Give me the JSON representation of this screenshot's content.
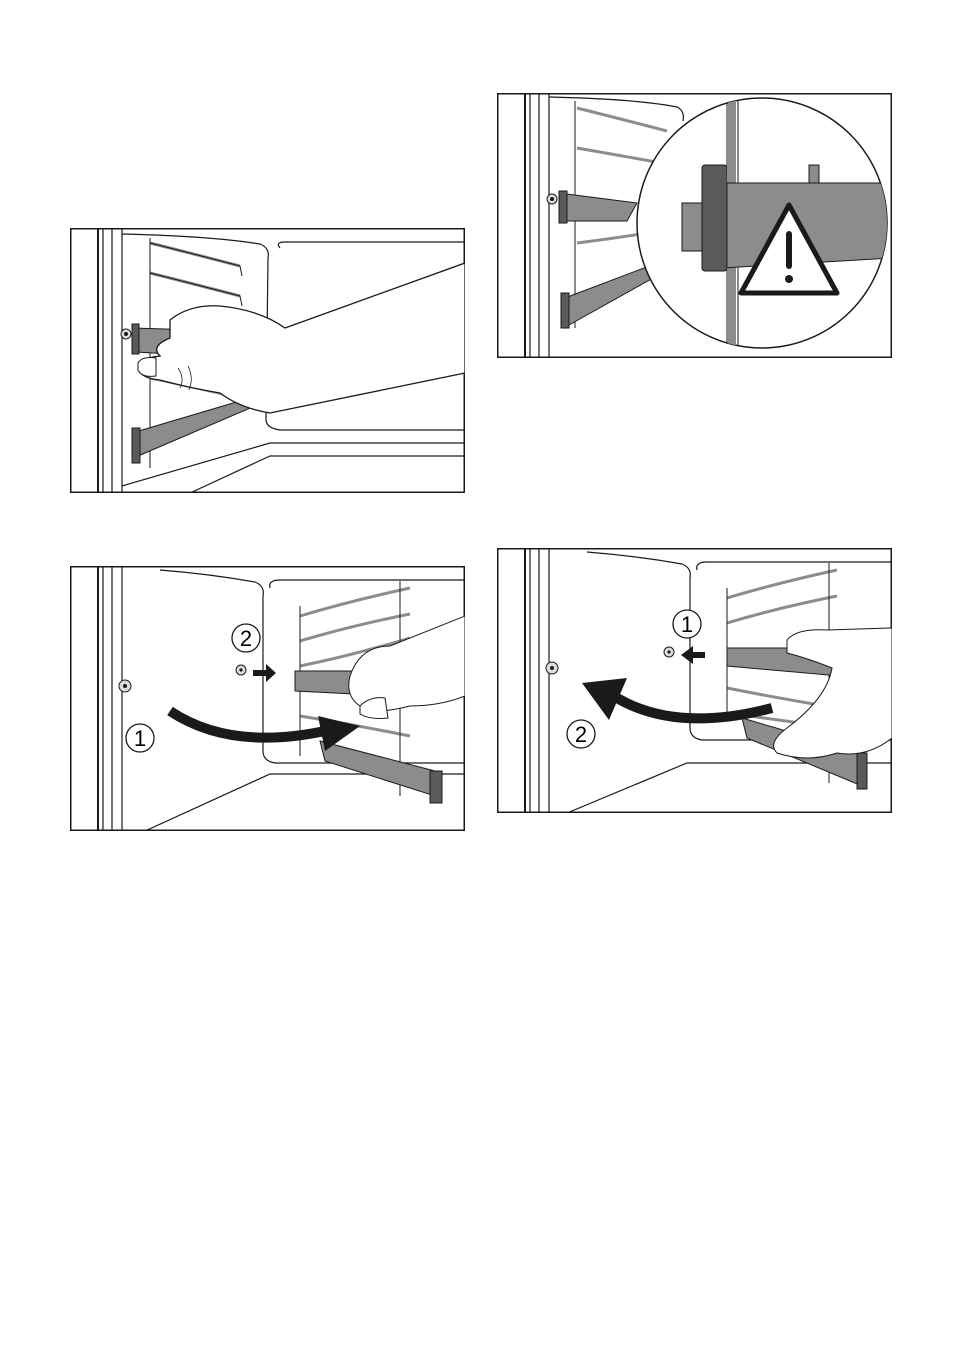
{
  "figures": [
    {
      "id": "step-remove-support-front",
      "callouts": []
    },
    {
      "id": "step-warning-detail",
      "callouts": [],
      "icon": "warning-triangle-icon"
    },
    {
      "id": "step-install-rear",
      "callouts": [
        {
          "label": "2"
        },
        {
          "label": "1"
        }
      ]
    },
    {
      "id": "step-install-rotate",
      "callouts": [
        {
          "label": "1"
        },
        {
          "label": "2"
        }
      ]
    }
  ],
  "colors": {
    "line": "#1a1a1a",
    "gray": "#8c8c8c",
    "dark_gray": "#5a5a5a",
    "bg": "#ffffff"
  }
}
